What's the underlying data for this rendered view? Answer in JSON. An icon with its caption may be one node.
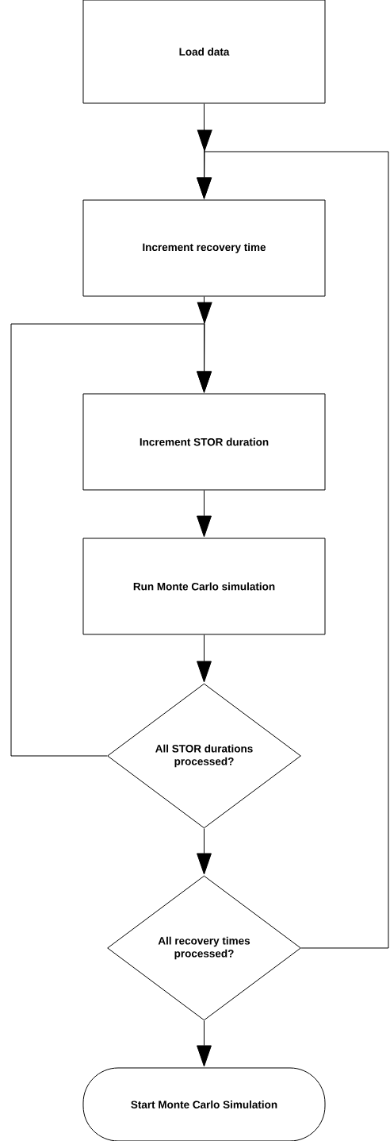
{
  "diagram": {
    "nodes": [
      {
        "text": [
          "Load data"
        ]
      },
      {
        "text": [
          "Increment recovery time"
        ]
      },
      {
        "text": [
          "Increment STOR duration"
        ]
      },
      {
        "text": [
          "Run Monte Carlo simulation"
        ]
      },
      {
        "text": [
          "All STOR durations processed?"
        ]
      },
      {
        "text": [
          "All recovery times processed?"
        ]
      },
      {
        "text": [
          "Start Monte Carlo Simulation"
        ]
      }
    ],
    "edges": [
      {
        "from": 0,
        "to": 1,
        "arrow": "to"
      },
      {
        "from": 1,
        "to": 2,
        "arrow": "to"
      },
      {
        "from": 2,
        "to": 3,
        "arrow": "to"
      },
      {
        "from": 3,
        "to": 4,
        "arrow": "to"
      },
      {
        "from": 4,
        "to": 5,
        "arrow": "to"
      },
      {
        "from": 5,
        "to": 6,
        "arrow": "to"
      },
      {
        "from": 4,
        "to": 2,
        "arrow": "to"
      },
      {
        "from": 5,
        "to": 1,
        "arrow": "to"
      }
    ]
  }
}
